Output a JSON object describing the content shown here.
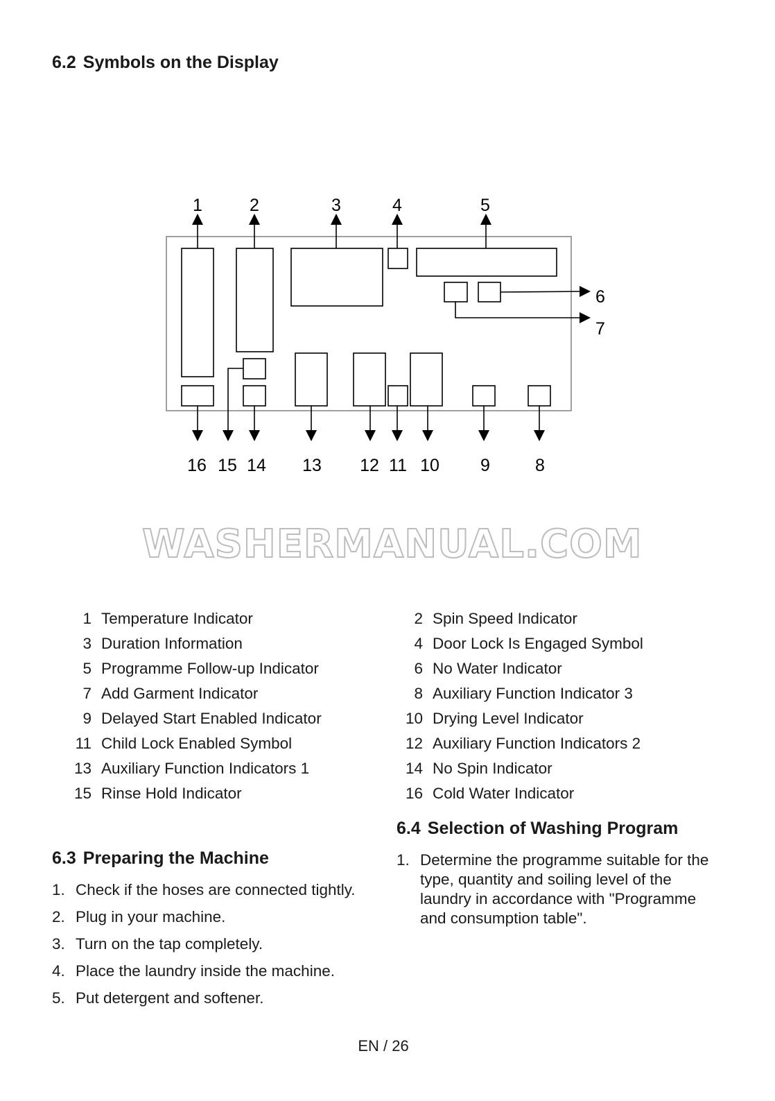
{
  "section_62": {
    "number": "6.2",
    "title": "Symbols on the Display"
  },
  "diagram_labels": [
    "1",
    "2",
    "3",
    "4",
    "5",
    "6",
    "7",
    "8",
    "9",
    "10",
    "11",
    "12",
    "13",
    "14",
    "15",
    "16"
  ],
  "watermark": "WASHERMANUAL.COM",
  "legend": [
    {
      "n": "1",
      "t": "Temperature Indicator"
    },
    {
      "n": "2",
      "t": "Spin Speed Indicator"
    },
    {
      "n": "3",
      "t": "Duration Information"
    },
    {
      "n": "4",
      "t": "Door Lock Is Engaged Symbol"
    },
    {
      "n": "5",
      "t": "Programme Follow-up Indicator"
    },
    {
      "n": "6",
      "t": "No Water Indicator"
    },
    {
      "n": "7",
      "t": "Add Garment Indicator"
    },
    {
      "n": "8",
      "t": "Auxiliary Function Indicator 3"
    },
    {
      "n": "9",
      "t": "Delayed Start Enabled Indicator"
    },
    {
      "n": "10",
      "t": "Drying Level Indicator"
    },
    {
      "n": "11",
      "t": "Child Lock Enabled Symbol"
    },
    {
      "n": "12",
      "t": "Auxiliary Function Indicators 2"
    },
    {
      "n": "13",
      "t": "Auxiliary Function Indicators 1"
    },
    {
      "n": "14",
      "t": "No Spin Indicator"
    },
    {
      "n": "15",
      "t": "Rinse Hold Indicator"
    },
    {
      "n": "16",
      "t": "Cold Water Indicator"
    }
  ],
  "section_63": {
    "number": "6.3",
    "title": "Preparing the Machine",
    "steps": [
      {
        "n": "1.",
        "t": "Check if the hoses are connected tightly."
      },
      {
        "n": "2.",
        "t": "Plug in your machine."
      },
      {
        "n": "3.",
        "t": "Turn on the tap completely."
      },
      {
        "n": "4.",
        "t": "Place the laundry inside the machine."
      },
      {
        "n": "5.",
        "t": "Put detergent and softener."
      }
    ]
  },
  "section_64": {
    "number": "6.4",
    "title": "Selection of Washing Program",
    "steps": [
      {
        "n": "1.",
        "t": "Determine the programme suitable for the type, quantity and soiling level of the laundry in accordance with \"Programme and consumption table\"."
      }
    ]
  },
  "footer": "EN / 26"
}
